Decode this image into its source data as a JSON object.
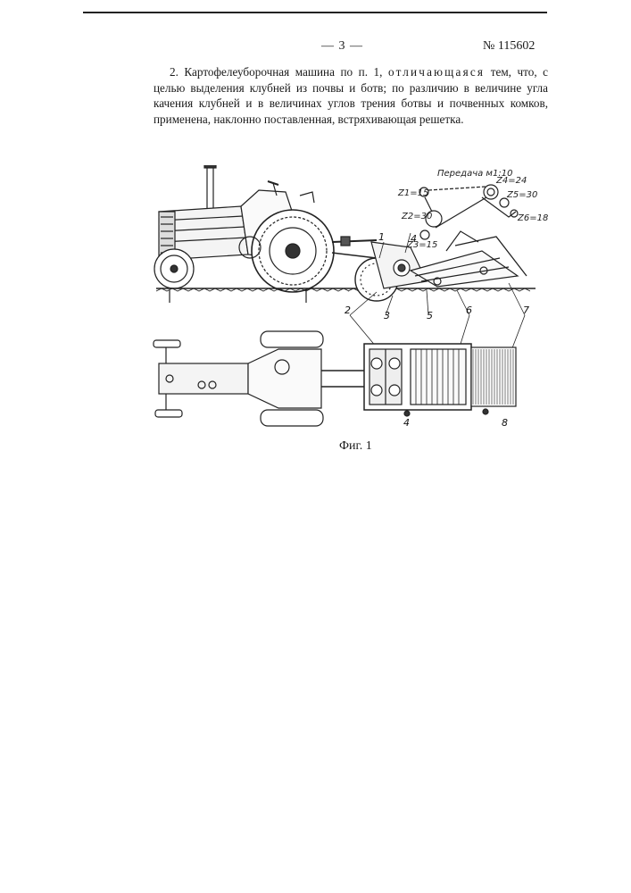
{
  "header": {
    "page_number": "— 3 —",
    "patent_number": "№ 115602"
  },
  "claim": {
    "intro": "2. Картофелеуборочная машина по п. 1,",
    "spaced_phrase": "отличающаяся",
    "rest": " тем, что, с целью выделения клубней из почвы и ботв; по различию в величине угла качения клубней и в величинах углов трения ботвы и почвенных комков, применена, наклонно поставленная, встряхивающая решетка."
  },
  "figure": {
    "caption": "Фиг. 1",
    "transmission_title": "Передача  м1:10",
    "gears": [
      "Z1=15",
      "Z2=30",
      "Z3=15",
      "Z4=24",
      "Z5=30",
      "Z6=18"
    ],
    "callouts": [
      "1",
      "2",
      "3",
      "4",
      "5",
      "6",
      "7",
      "8",
      "4"
    ]
  }
}
